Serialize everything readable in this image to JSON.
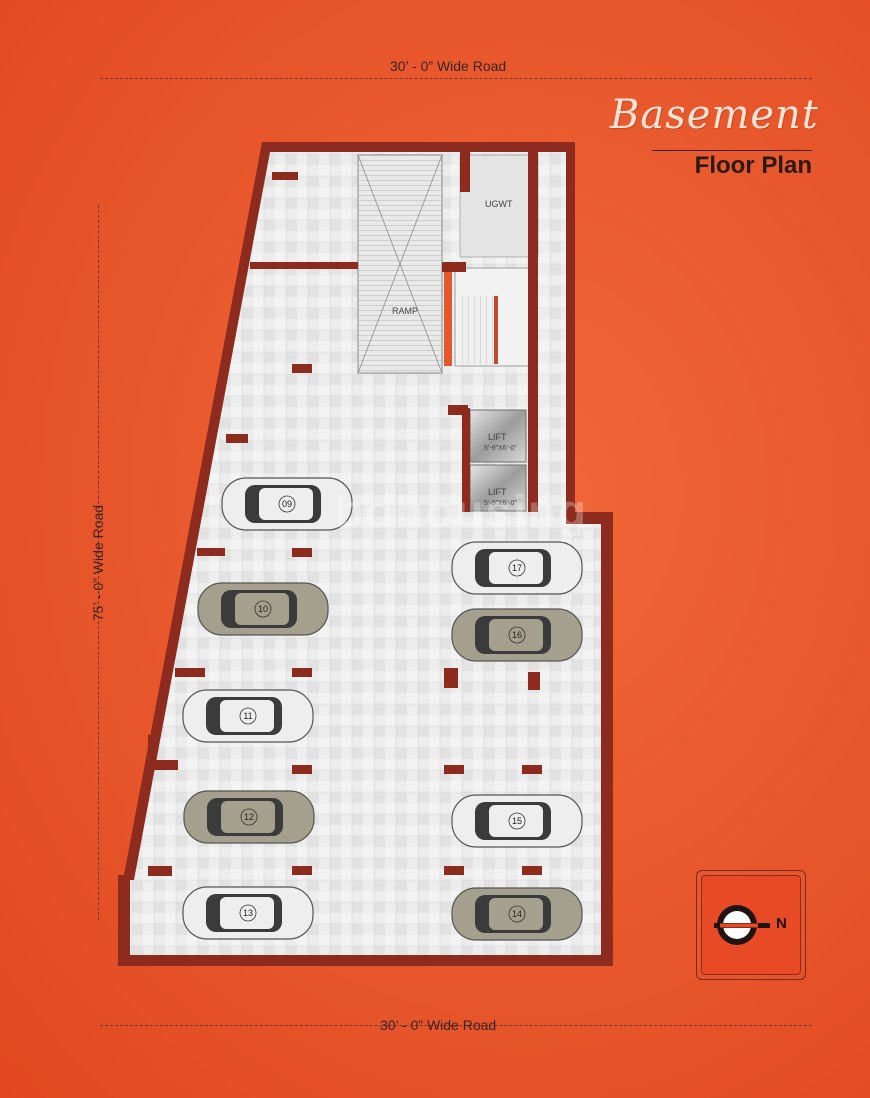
{
  "title": {
    "script": "Basement",
    "sub": "Floor Plan"
  },
  "roads": {
    "top": "30’ - 0” Wide Road",
    "bottom": "30’ - 0” Wide Road",
    "left": "75’ - 0” Wide Road"
  },
  "rooms": {
    "ramp": "RAMP",
    "ugwt": "UGWT",
    "lift_1": "LIFT",
    "lift_1_size": "5’-9”X6’-0”",
    "lift_2": "LIFT",
    "lift_2_size": "5’-9”X6’-0”"
  },
  "parking_slots": [
    "09",
    "10",
    "11",
    "12",
    "13",
    "14",
    "15",
    "16",
    "17"
  ],
  "compass": {
    "label": "N"
  },
  "watermark": "bdhousing",
  "colors": {
    "background": "#e95a2e",
    "wall": "#8e2b1f",
    "floor": "#ececec",
    "car_white": "#eeeeee",
    "car_grey": "#a59f8d"
  }
}
